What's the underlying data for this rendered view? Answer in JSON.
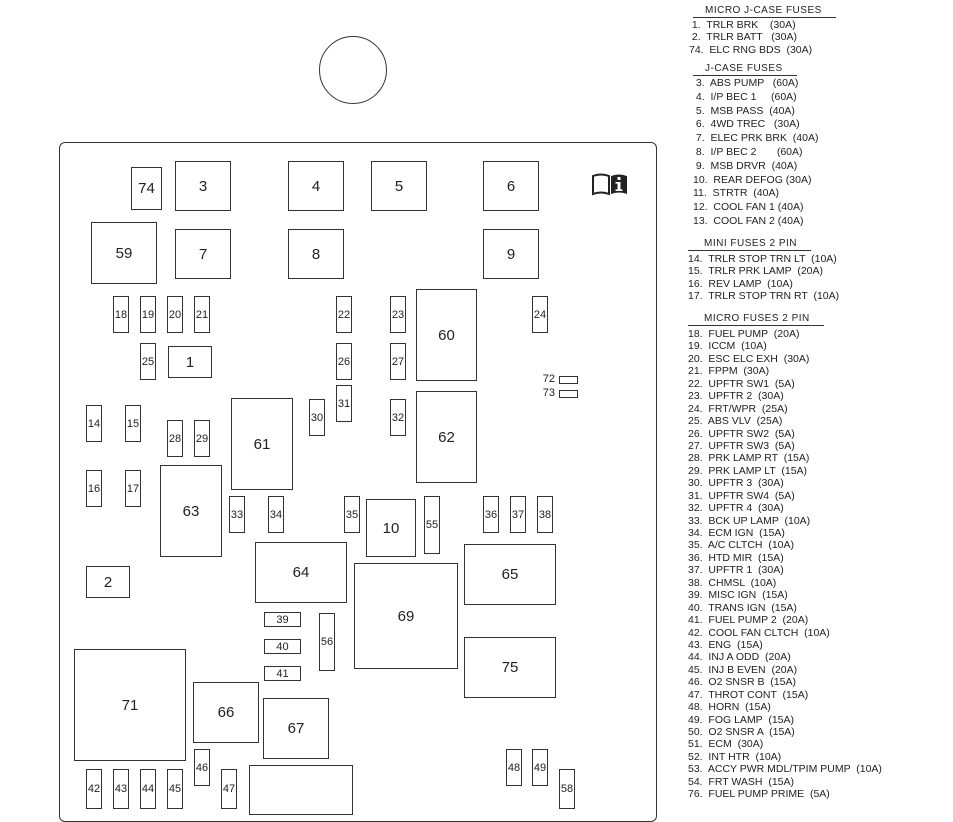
{
  "diagram": {
    "boxes": [
      "74",
      "3",
      "4",
      "5",
      "6",
      "59",
      "7",
      "8",
      "9",
      "18",
      "19",
      "20",
      "21",
      "22",
      "23",
      "60",
      "24",
      "25",
      "1",
      "26",
      "27",
      "72",
      "73",
      "31",
      "30",
      "32",
      "14",
      "15",
      "28",
      "29",
      "61",
      "62",
      "16",
      "17",
      "63",
      "33",
      "34",
      "35",
      "10",
      "55",
      "36",
      "37",
      "38",
      "2",
      "64",
      "65",
      "69",
      "39",
      "56",
      "40",
      "41",
      "75",
      "71",
      "66",
      "67",
      "46",
      "48",
      "49",
      "42",
      "43",
      "44",
      "45",
      "47",
      "58"
    ],
    "icons": {
      "manual": "owner-manual-info-icon"
    }
  },
  "legend": {
    "micro_jcase": {
      "title": "MICRO J-CASE FUSES",
      "items": [
        " 1.  TRLR BRK    (30A)",
        " 2.  TRLR BATT   (30A)",
        "74.  ELC RNG BDS  (30A)"
      ]
    },
    "jcase": {
      "title": "J-CASE FUSES",
      "items": [
        " 3.  ABS PUMP   (60A)",
        " 4.  I/P BEC 1     (60A)",
        " 5.  MSB PASS  (40A)",
        " 6.  4WD TREC   (30A)",
        " 7.  ELEC PRK BRK  (40A)",
        " 8.  I/P BEC 2       (60A)",
        " 9.  MSB DRVR  (40A)",
        "10.  REAR DEFOG (30A)",
        "11.  STRTR  (40A)",
        "12.  COOL FAN 1 (40A)",
        "13.  COOL FAN 2 (40A)"
      ]
    },
    "mini2pin": {
      "title": "MINI FUSES 2 PIN",
      "items": [
        "14.  TRLR STOP TRN LT  (10A)",
        "15.  TRLR PRK LAMP  (20A)",
        "16.  REV LAMP  (10A)",
        "17.  TRLR STOP TRN RT  (10A)"
      ]
    },
    "micro2pin": {
      "title": "MICRO FUSES 2 PIN",
      "items": [
        "18.  FUEL PUMP  (20A)",
        "19.  ICCM  (10A)",
        "20.  ESC ELC EXH  (30A)",
        "21.  FPPM  (30A)",
        "22.  UPFTR SW1  (5A)",
        "23.  UPFTR 2  (30A)",
        "24.  FRT/WPR  (25A)",
        "25.  ABS VLV  (25A)",
        "26.  UPFTR SW2  (5A)",
        "27.  UPFTR SW3  (5A)",
        "28.  PRK LAMP RT  (15A)",
        "29.  PRK LAMP LT  (15A)",
        "30.  UPFTR 3  (30A)",
        "31.  UPFTR SW4  (5A)",
        "32.  UPFTR 4  (30A)",
        "33.  BCK UP LAMP  (10A)",
        "34.  ECM IGN  (15A)",
        "35.  A/C CLTCH  (10A)",
        "36.  HTD MIR  (15A)",
        "37.  UPFTR 1  (30A)",
        "38.  CHMSL  (10A)",
        "39.  MISC IGN  (15A)",
        "40.  TRANS IGN  (15A)",
        "41.  FUEL PUMP 2  (20A)",
        "42.  COOL FAN CLTCH  (10A)",
        "43.  ENG  (15A)",
        "44.  INJ A ODD  (20A)",
        "45.  INJ B EVEN  (20A)",
        "46.  O2 SNSR B  (15A)",
        "47.  THROT CONT  (15A)",
        "48.  HORN  (15A)",
        "49.  FOG LAMP  (15A)",
        "50.  O2 SNSR A  (15A)",
        "51.  ECM  (30A)",
        "52.  INT HTR  (10A)",
        "53.  ACCY PWR MDL/TPIM PUMP  (10A)",
        "54.  FRT WASH  (15A)",
        "76.  FUEL PUMP PRIME  (5A)"
      ]
    }
  }
}
